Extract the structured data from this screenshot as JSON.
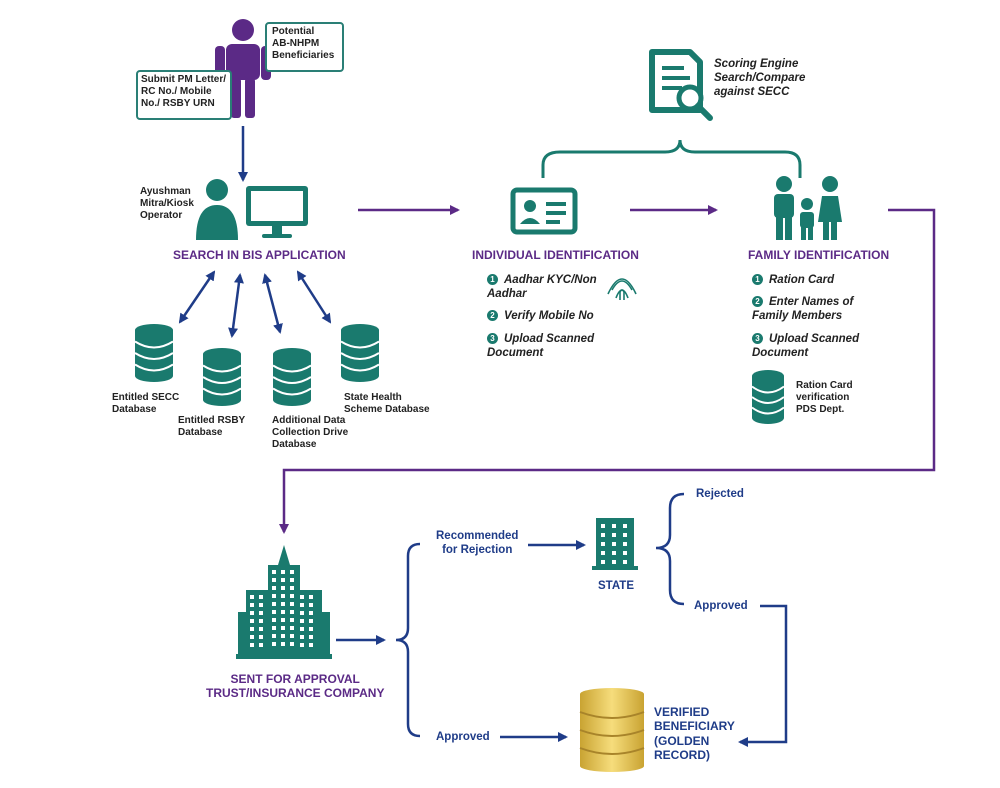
{
  "beneficiary": {
    "label": "Potential\nAB-NHPM\nBeneficiaries",
    "submit": "Submit PM Letter/\nRC No./ Mobile\nNo./ RSBY URN"
  },
  "operator": {
    "label": "Ayushman\nMitra/Kiosk\nOperator",
    "heading": "SEARCH IN BIS APPLICATION"
  },
  "databases": [
    "Entitled SECC\nDatabase",
    "Entitled RSBY\nDatabase",
    "Additional Data\nCollection Drive\nDatabase",
    "State Health\nScheme Database"
  ],
  "scoring": "Scoring Engine\nSearch/Compare\nagainst SECC",
  "individual": {
    "heading": "INDIVIDUAL IDENTIFICATION",
    "steps": [
      "Aadhar KYC/Non\nAadhar",
      "Verify Mobile No",
      "Upload Scanned\nDocument"
    ],
    "nums": [
      "1",
      "2",
      "3"
    ]
  },
  "family": {
    "heading": "FAMILY IDENTIFICATION",
    "steps": [
      "Ration Card",
      "Enter Names of\nFamily Members",
      "Upload Scanned\nDocument"
    ],
    "nums": [
      "1",
      "2",
      "3"
    ],
    "ration_db": "Ration Card\nverification\nPDS Dept."
  },
  "approval": {
    "heading": "SENT FOR APPROVAL\nTRUST/INSURANCE COMPANY"
  },
  "recommended": "Recommended\nfor Rejection",
  "state": "STATE",
  "rejected": "Rejected",
  "approved_state": "Approved",
  "approved_main": "Approved",
  "verified": "VERIFIED\nBENEFICIARY\n(GOLDEN\nRECORD)",
  "colors": {
    "teal": "#1a7a6e",
    "purple": "#5b2a86",
    "navy": "#1f3c88",
    "gold": "#e6c34a"
  }
}
